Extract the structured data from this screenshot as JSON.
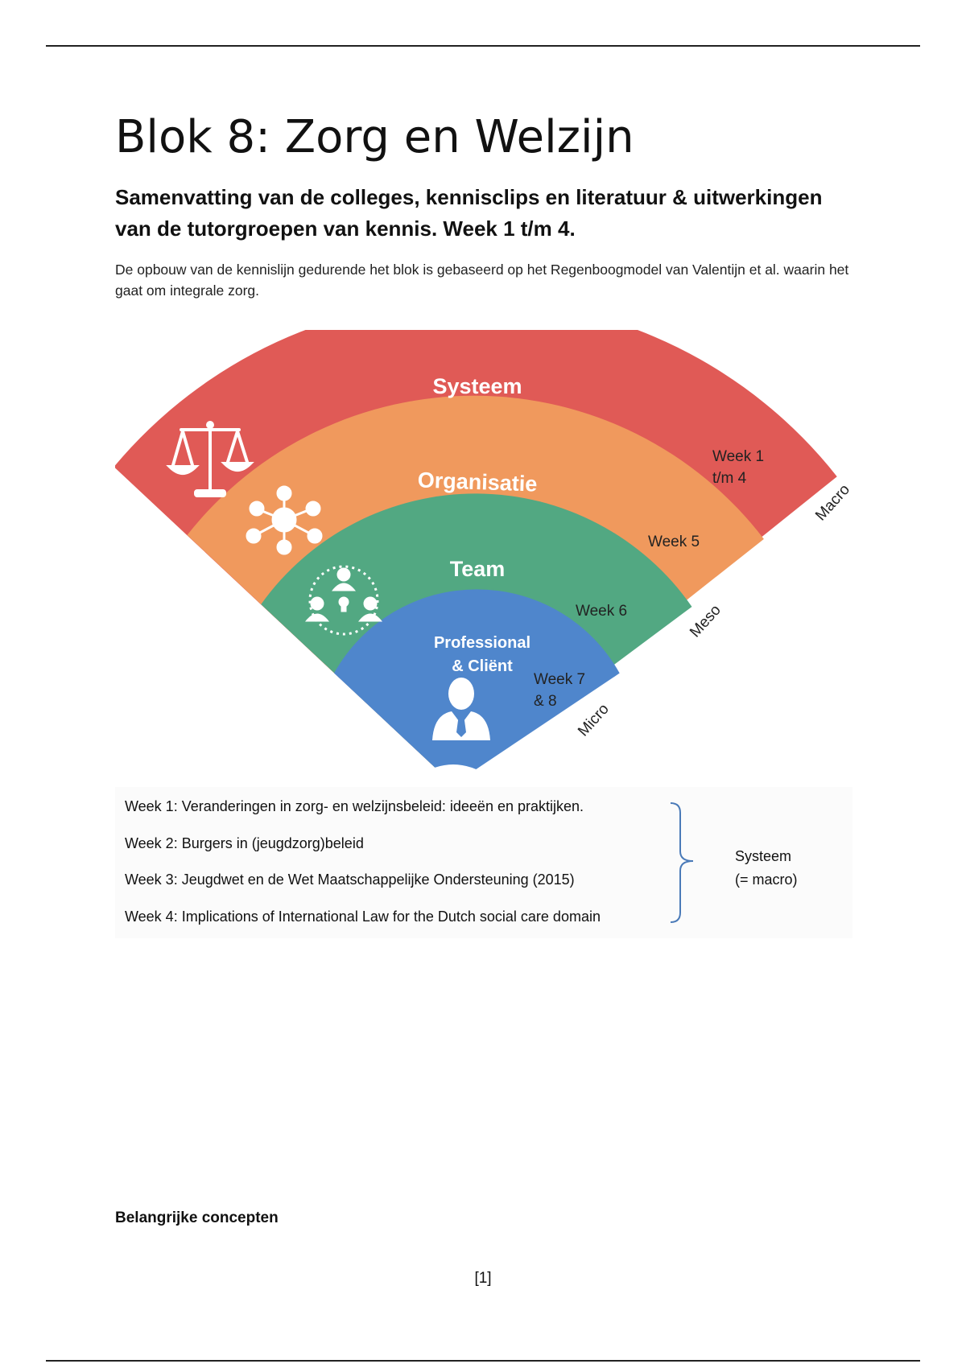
{
  "document": {
    "title": "Blok 8: Zorg en Welzijn",
    "subtitle": "Samenvatting van de colleges, kennisclips en literatuur & uitwerkingen van de tutorgroepen van kennis. Week 1 t/m 4.",
    "intro": "De opbouw van de kennislijn gedurende het blok is gebaseerd op het Regenboogmodel van Valentijn et al. waarin het gaat om integrale zorg.",
    "section_heading": "Belangrijke concepten",
    "page_number": "[1]"
  },
  "diagram": {
    "bands": [
      {
        "label": "Systeem",
        "color": "#e05a56",
        "icon": "scales-icon"
      },
      {
        "label": "Organisatie",
        "color": "#f0995d",
        "icon": "network-icon"
      },
      {
        "label": "Team",
        "color": "#52a882",
        "icon": "team-icon"
      },
      {
        "label_line1": "Professional",
        "label_line2": "& Cliënt",
        "color": "#4f86cc",
        "icon": "person-icon"
      }
    ],
    "week_labels": {
      "w1_line1": "Week 1",
      "w1_line2": "t/m 4",
      "w5": "Week 5",
      "w6": "Week 6",
      "w7_line1": "Week 7",
      "w7_line2": "& 8"
    },
    "levels": {
      "macro": "Macro",
      "meso": "Meso",
      "micro": "Micro"
    }
  },
  "weeks": {
    "items": [
      "Week 1: Veranderingen in zorg- en welzijnsbeleid: ideeën en praktijken.",
      "Week 2: Burgers in (jeugdzorg)beleid",
      "Week 3: Jeugdwet en de Wet Maatschappelijke Ondersteuning (2015)",
      "Week 4: Implications of International Law for the Dutch social care domain"
    ],
    "group_line1": "Systeem",
    "group_line2": "(= macro)",
    "brace_color": "#4a7ab8"
  }
}
